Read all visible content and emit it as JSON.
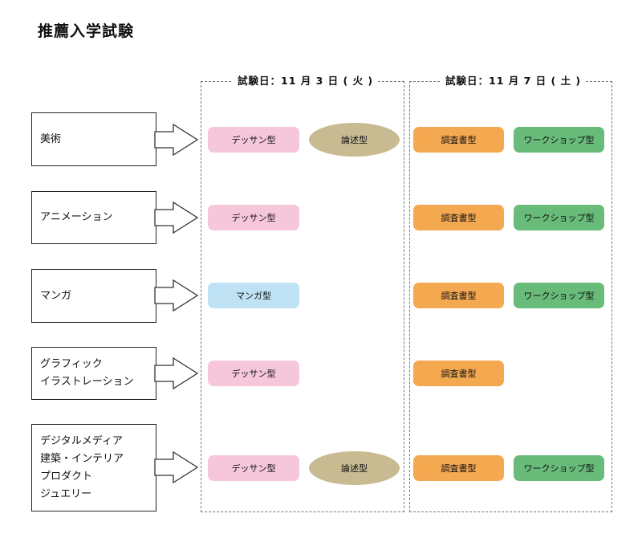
{
  "title": "推薦入学試験",
  "columns": [
    {
      "label": "試験日：11 月 3 日 ( 火 )"
    },
    {
      "label": "試験日：11 月 7 日 ( 土 )"
    }
  ],
  "departments": [
    {
      "name_lines": [
        "美術"
      ]
    },
    {
      "name_lines": [
        "アニメーション"
      ]
    },
    {
      "name_lines": [
        "マンガ"
      ]
    },
    {
      "name_lines": [
        "グラフィック",
        "イラストレーション"
      ]
    },
    {
      "name_lines": [
        "デジタルメディア",
        "建築・インテリア",
        "プロダクト",
        "ジュエリー"
      ]
    }
  ],
  "exam_types": {
    "dessin": "デッサン型",
    "essay": "論述型",
    "manga": "マンガ型",
    "research": "調査書型",
    "workshop": "ワークショップ型"
  },
  "colors": {
    "dessin": "#f6c7da",
    "manga": "#bfe3f5",
    "essay": "#c8bb92",
    "research": "#f4a850",
    "workshop": "#68bb79"
  }
}
